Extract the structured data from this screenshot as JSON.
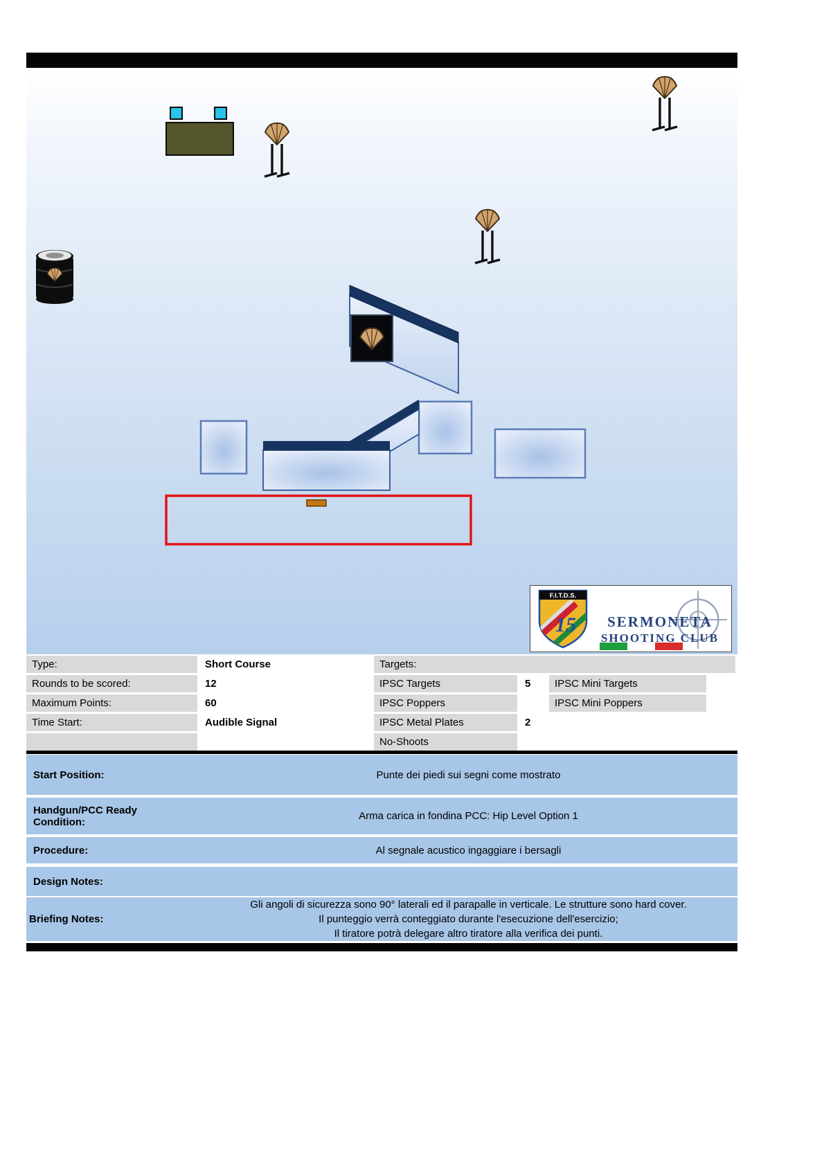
{
  "diagram": {
    "objects": {
      "standing_targets": 3,
      "port_targets": 1,
      "barrel_targets": 1,
      "metal_plates": 2
    },
    "logo": {
      "shield_text": "F.I.T.D.S.",
      "club_name_line1": "SERMONETA",
      "club_name_line2": "SHOOTING CLUB"
    }
  },
  "info_table": {
    "left_rows": [
      {
        "label": "Type:",
        "value": "Short Course"
      },
      {
        "label": "Rounds to be scored:",
        "value": "12"
      },
      {
        "label": "Maximum Points:",
        "value": "60"
      },
      {
        "label": "Time Start:",
        "value": "Audible Signal"
      },
      {
        "label": "",
        "value": ""
      }
    ],
    "targets_header": "Targets:",
    "right_rows": [
      {
        "label": "IPSC Targets",
        "count": "5",
        "label2": "IPSC Mini Targets"
      },
      {
        "label": "IPSC Poppers",
        "count": "",
        "label2": "IPSC Mini Poppers"
      },
      {
        "label": "IPSC Metal Plates",
        "count": "2",
        "label2": ""
      },
      {
        "label": "No-Shoots",
        "count": "",
        "label2": ""
      }
    ]
  },
  "sections": {
    "start_position": {
      "label": "Start Position:",
      "value": "Punte dei piedi sui segni come mostrato"
    },
    "ready_condition": {
      "label": "Handgun/PCC Ready Condition:",
      "value": "Arma carica in fondina PCC: Hip Level Option 1"
    },
    "procedure": {
      "label": "Procedure:",
      "value": "Al segnale acustico ingaggiare i bersagli"
    },
    "design_notes": {
      "label": "Design Notes:",
      "value": ""
    },
    "briefing_notes": {
      "label": "Briefing Notes:",
      "line1": "Gli angoli di sicurezza sono 90° laterali ed il parapalle in verticale. Le strutture sono hard cover.",
      "line2": "Il punteggio verrà conteggiato durante l'esecuzione dell'esercizio;",
      "line3": "Il tiratore potrà delegare altro tiratore alla verifica dei punti."
    }
  },
  "colors": {
    "fault_line_red": "#e11414",
    "wall_edge_navy": "#17335f",
    "wall_face_blue": "#ccdcf3",
    "target_tan": "#d2a36b",
    "table_cell_gray": "#d9d9d9",
    "section_blue": "#a8c6e7",
    "metal_plate_cyan": "#2bc3ea",
    "table_desk_olive": "#55552c",
    "flag_green": "#1f9e3e",
    "flag_red": "#d92b2b",
    "logo_navy": "#24427e"
  }
}
